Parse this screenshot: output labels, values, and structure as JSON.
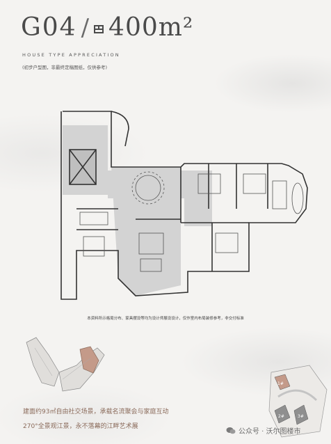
{
  "header": {
    "code": "G04",
    "slash": "/",
    "area_icon": "floor-area-icon",
    "area": "400m²",
    "subtitle": "HOUSE TYPE APPRECIATION",
    "note": "(初步户型图，非最终定稿图纸，仅供参考)"
  },
  "disclaimer": "本资料所示格局分布、家具摆设等均为设计师展设设计，仅作室内布局装修参考，非交付标准",
  "features": [
    "建面约93㎡自由社交场景，承载名流聚会与家庭互动",
    "270°全景观江景，永不落幕的江畔艺术展"
  ],
  "site_plan": {
    "labels": [
      "1#",
      "2#",
      "3#"
    ]
  },
  "watermark": {
    "icon": "wechat-icon",
    "text": "公众号 · 沃尔图楼市"
  },
  "colors": {
    "accent": "#b08a78",
    "highlight_unit": "#c49a89"
  }
}
